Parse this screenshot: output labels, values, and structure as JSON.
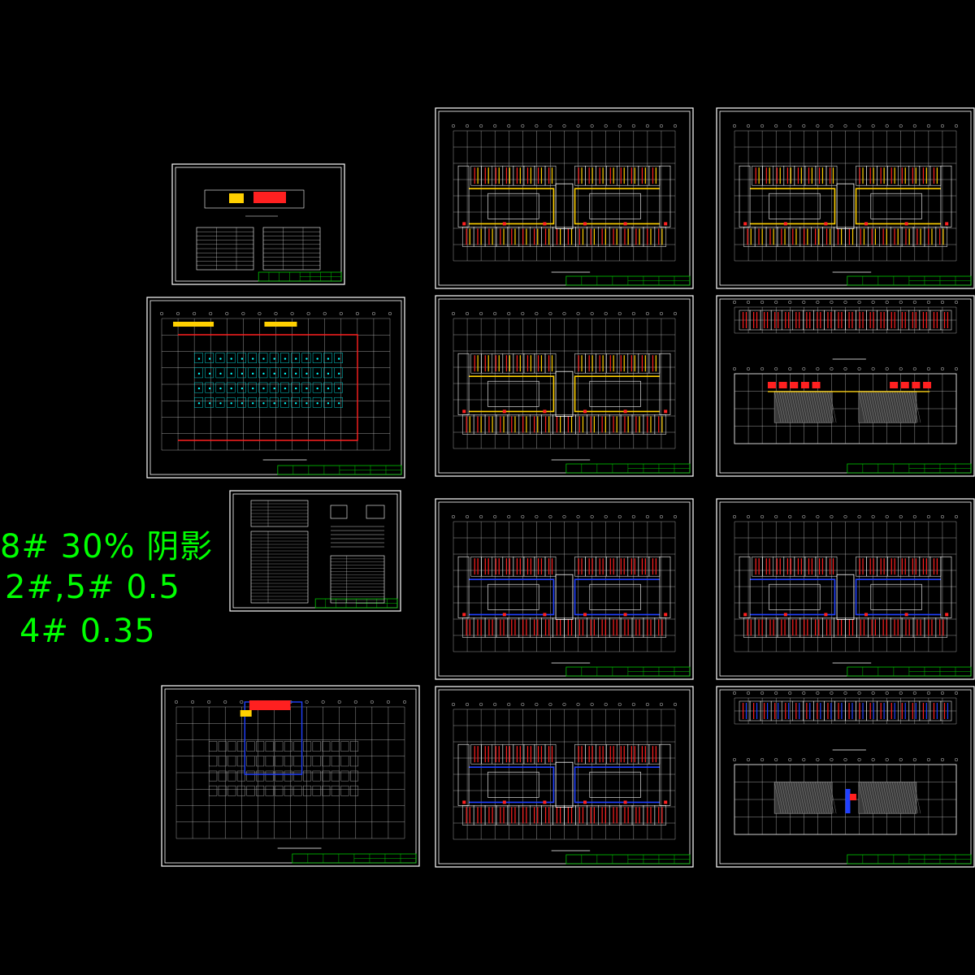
{
  "annotations": {
    "line1": "8# 30% 阴影",
    "line2": "2#,5# 0.5",
    "line3": "4# 0.35"
  },
  "colors": {
    "background": "#000000",
    "frame": "#ffffff",
    "note": "#00ff00",
    "title_block": "#00c800",
    "heating_supply": "#ff2020",
    "heating_return": "#2040ff",
    "radiator": "#ffd000",
    "hatch": "#9a9a9a",
    "grid": "#d8d8d8",
    "cyan": "#00ffff"
  },
  "sheets": [
    {
      "id": "design-notes-small",
      "kind": "notes"
    },
    {
      "id": "basement-plan-a",
      "kind": "basement-a"
    },
    {
      "id": "legend-sheet",
      "kind": "legend"
    },
    {
      "id": "basement-plan-b",
      "kind": "basement-b"
    },
    {
      "id": "floor-plan-1",
      "kind": "floor-yellow"
    },
    {
      "id": "floor-plan-2",
      "kind": "floor-yellow"
    },
    {
      "id": "floor-plan-3",
      "kind": "floor-blue"
    },
    {
      "id": "floor-plan-4",
      "kind": "floor-blue"
    },
    {
      "id": "floor-plan-5",
      "kind": "floor-yellow-right"
    },
    {
      "id": "roof-plan-1",
      "kind": "roof-red"
    },
    {
      "id": "floor-plan-6",
      "kind": "floor-blue-right"
    },
    {
      "id": "roof-plan-2",
      "kind": "roof-blue"
    }
  ]
}
